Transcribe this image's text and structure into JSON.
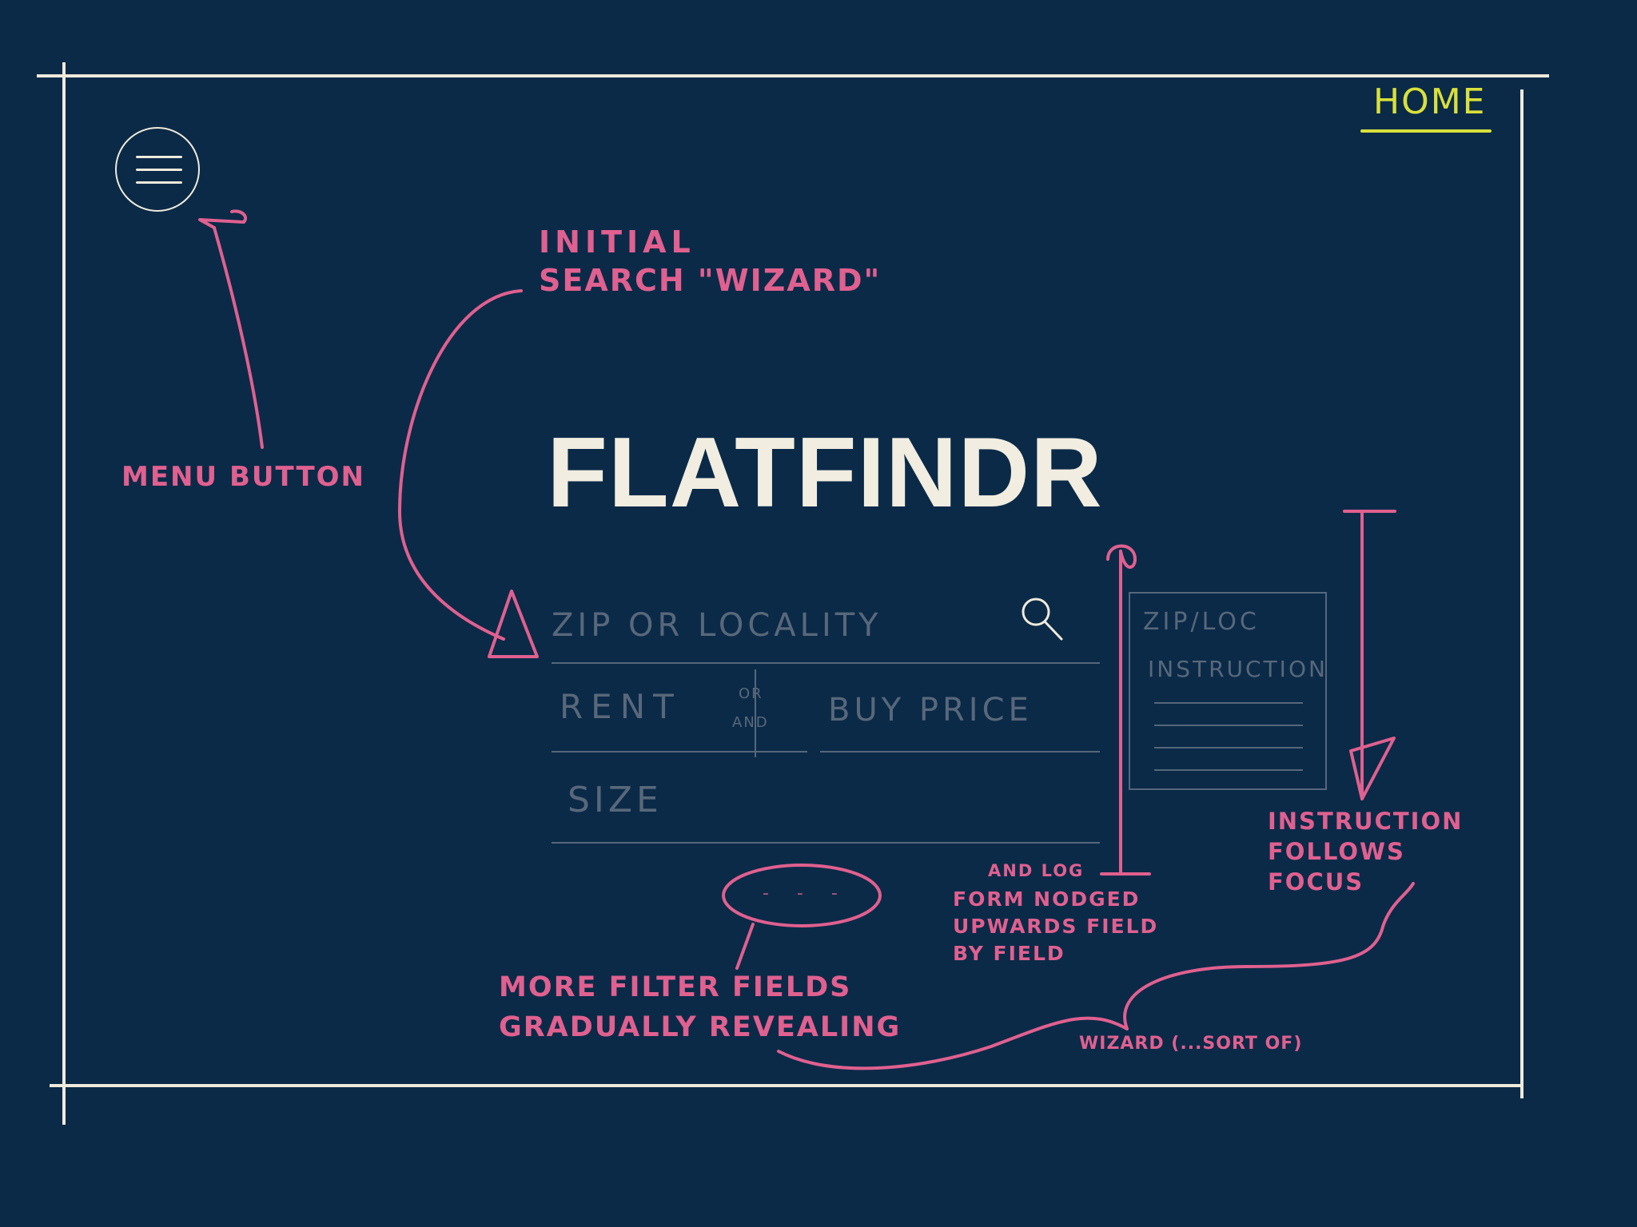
{
  "app": {
    "nav": {
      "home_label": "HOME"
    },
    "menu_button": {
      "icon": "hamburger-menu-icon"
    },
    "logo_text": "FLATFINDR"
  },
  "search_form": {
    "zip_placeholder": "ZIP OR LOCALITY",
    "search_icon": "search-icon",
    "rent_placeholder": "RENT",
    "or_label": "OR",
    "and_label": "AND",
    "buy_price_placeholder": "BUY PRICE",
    "size_placeholder": "SIZE",
    "more_fields_placeholder": "- - -"
  },
  "instruction_panel": {
    "title": "ZIP/LOC",
    "subtitle": "INSTRUCTION"
  },
  "annotations": {
    "initial_search_line1": "INITIAL",
    "initial_search_line2": "SEARCH \"WIZARD\"",
    "menu_button": "MENU BUTTON",
    "and_log_line1": "AND LOG",
    "and_log_line2": "FORM NODGED",
    "and_log_line3": "UPWARDS FIELD",
    "and_log_line4": "BY FIELD",
    "instruction_line1": "INSTRUCTION",
    "instruction_line2": "FOLLOWS",
    "instruction_line3": "FOCUS",
    "more_fields_line1": "MORE FILTER FIELDS",
    "more_fields_line2": "GRADUALLY REVEALING",
    "wizard_sort_of": "WIZARD (...SORT OF)"
  },
  "colors": {
    "background": "#0b2a48",
    "frame": "#efeadb",
    "annotation_pink": "#e0608f",
    "home_yellow": "#d9e03a",
    "pencil_gray": "#58687a"
  }
}
